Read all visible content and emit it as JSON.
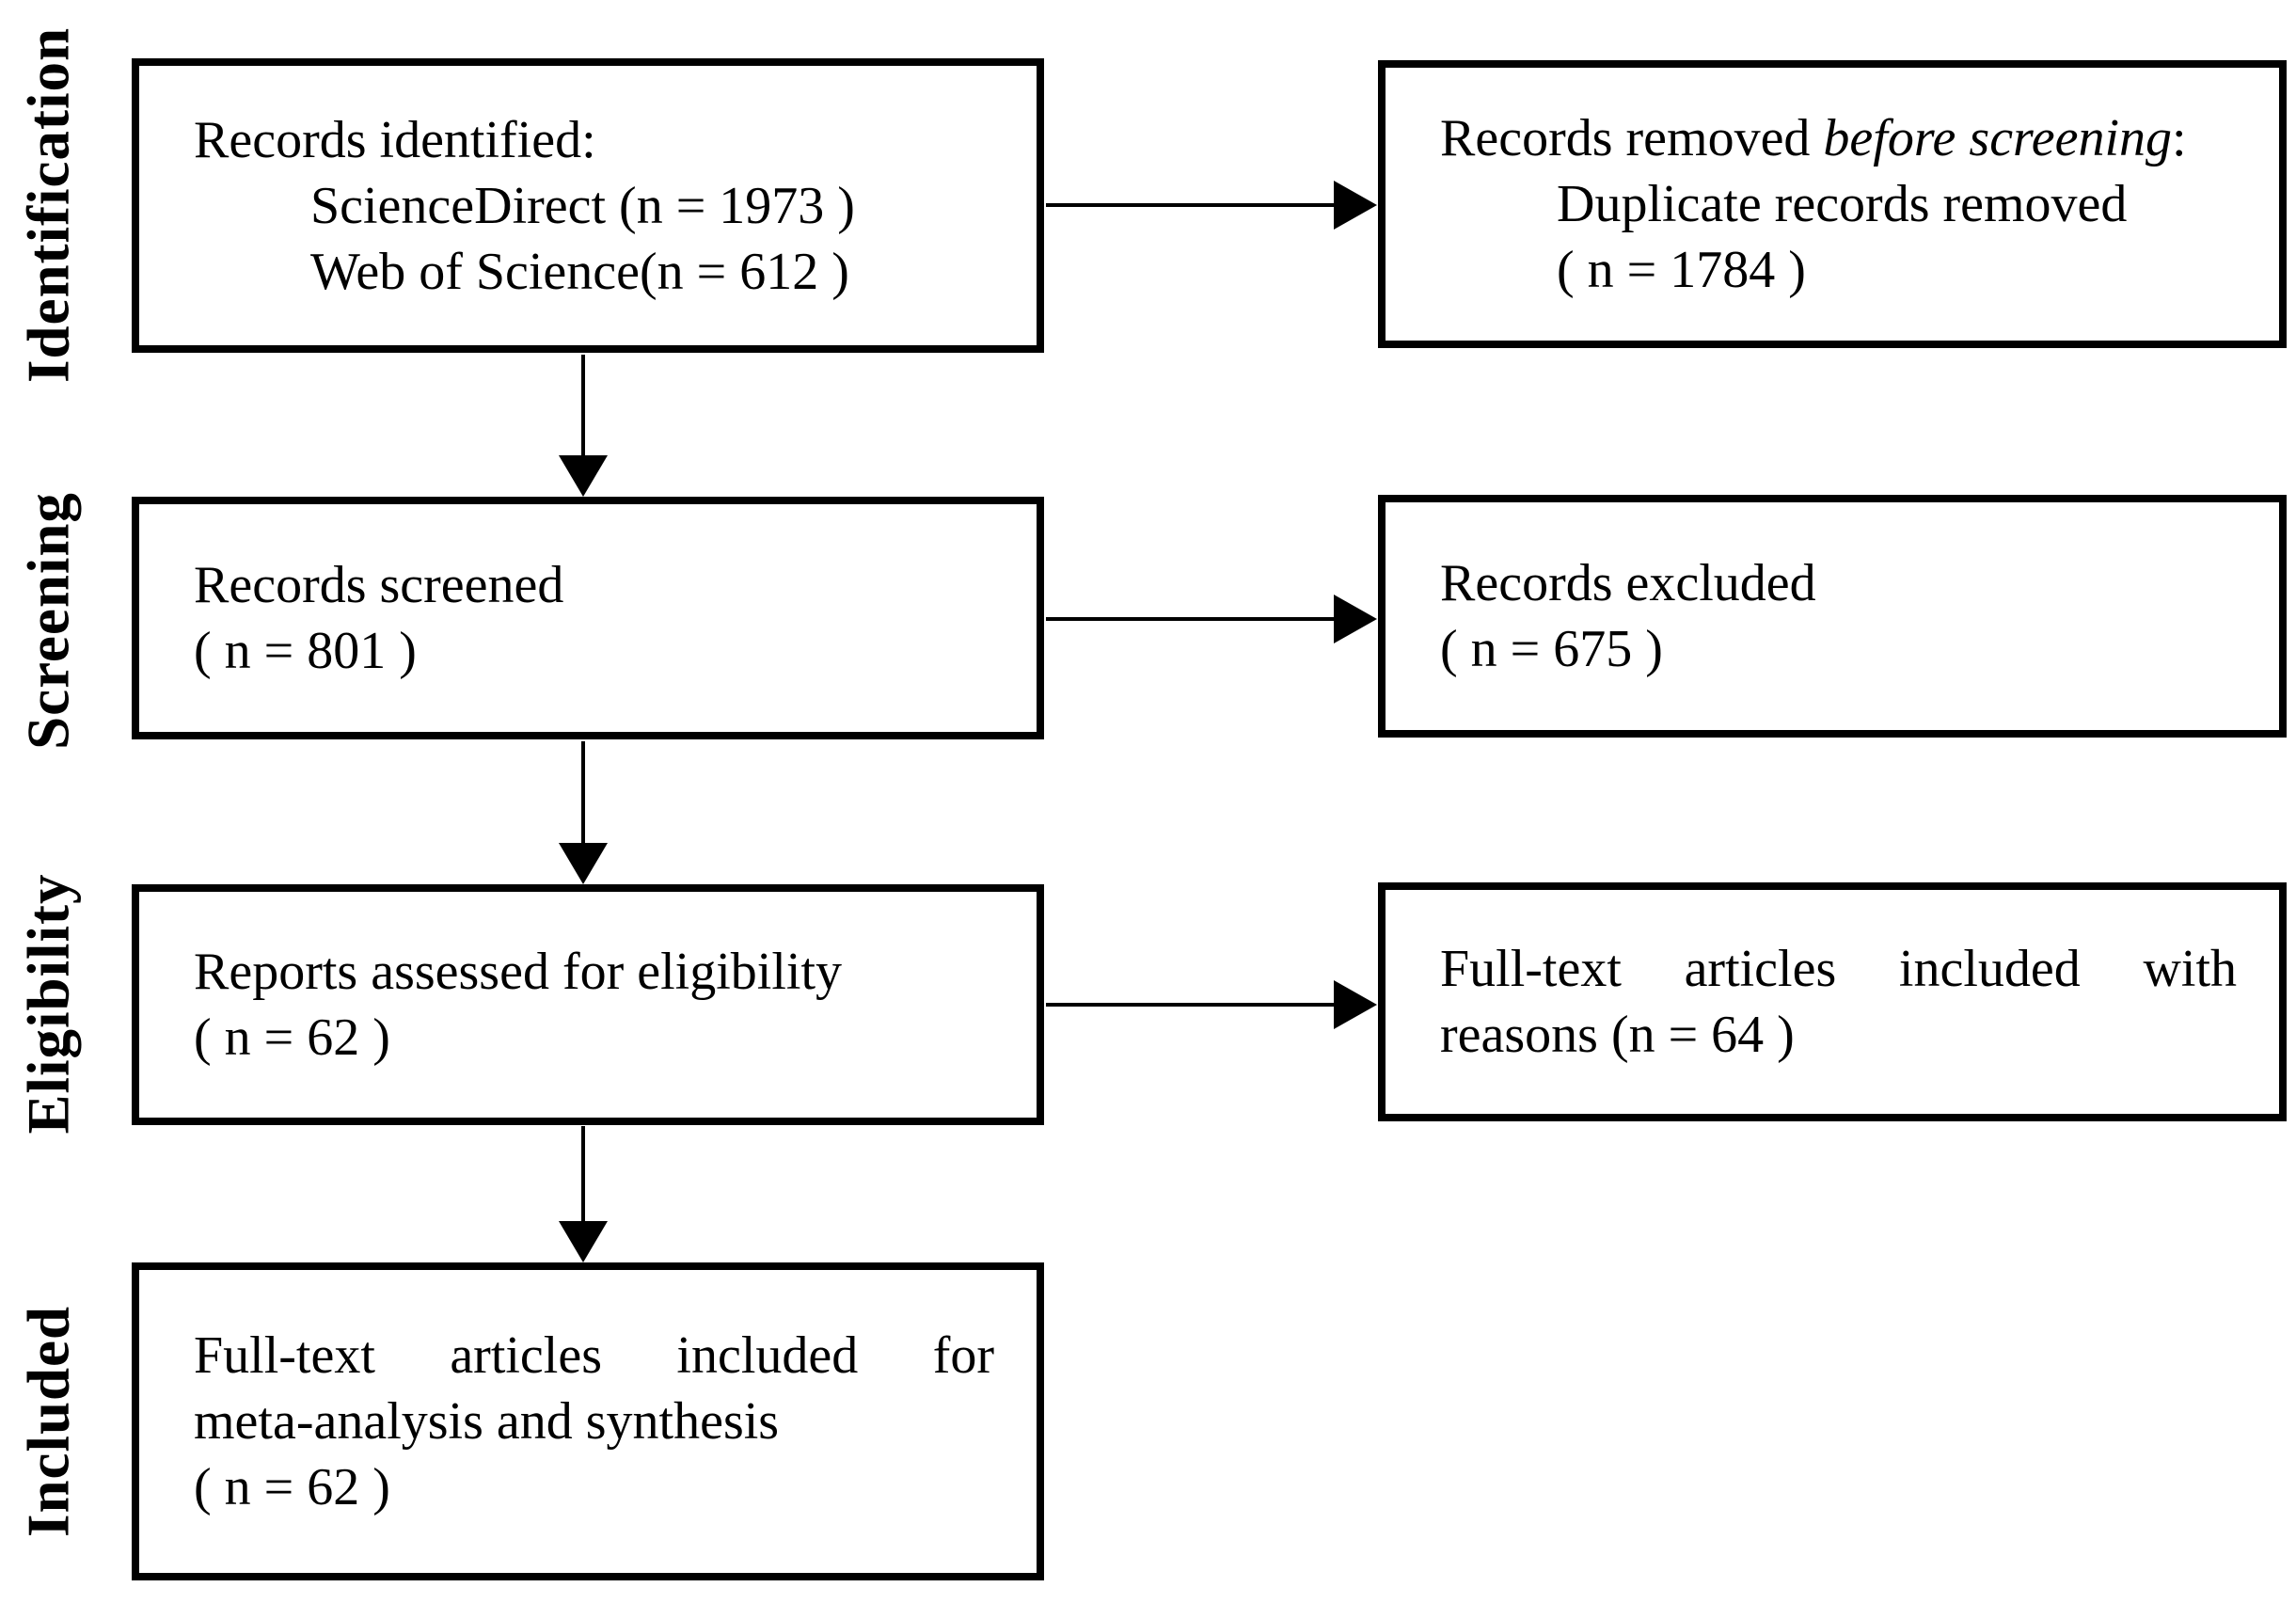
{
  "stages": [
    {
      "label": "Identification"
    },
    {
      "label": "Screening"
    },
    {
      "label": "Eligibility"
    },
    {
      "label": "Included"
    }
  ],
  "boxes": {
    "records_identified": {
      "line1": "Records identified:",
      "line2": "ScienceDirect (n = 1973 )",
      "line3": "Web of Science(n = 612 )"
    },
    "records_removed": {
      "line1_prefix": "Records removed ",
      "line1_italic": "before screening",
      "line1_suffix": ":",
      "line2": "Duplicate records removed",
      "line3": "( n = 1784 )"
    },
    "records_screened": {
      "line1": "Records screened",
      "line2": "( n = 801 )"
    },
    "records_excluded": {
      "line1": "Records excluded",
      "line2": "( n = 675 )"
    },
    "reports_assessed": {
      "line1": "Reports assessed for eligibility",
      "line2": "( n = 62 )"
    },
    "fulltext_with_reasons": {
      "line1": "Full-text articles included with",
      "line2": "reasons (n = 64 )"
    },
    "fulltext_included": {
      "line1": "Full-text articles included for",
      "line2": "meta-analysis and synthesis",
      "line3": "( n = 62 )"
    }
  },
  "colors": {
    "ink": "#000000",
    "background": "#ffffff"
  }
}
